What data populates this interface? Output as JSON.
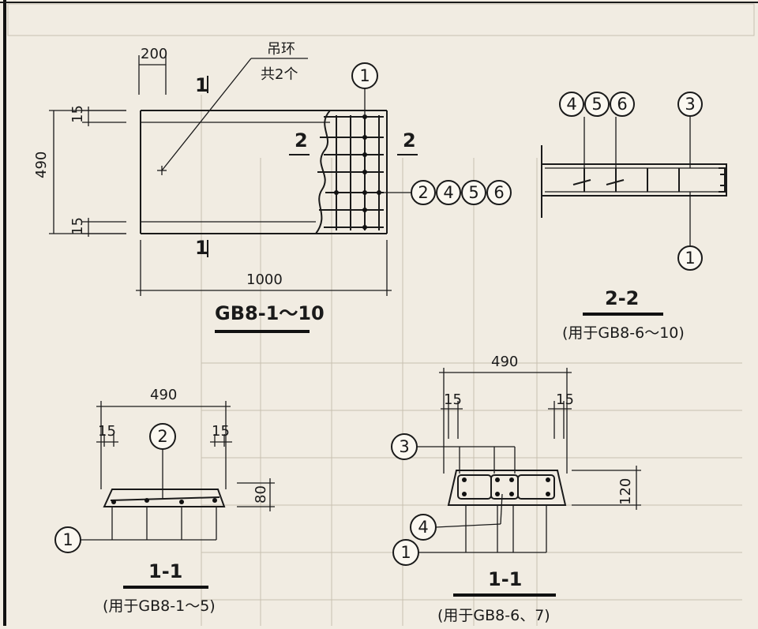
{
  "plan": {
    "title": "GB8-1～10",
    "dim_width": "200",
    "dim_height": "490",
    "dim_top_cover": "15",
    "dim_bottom_cover": "15",
    "dim_length": "1000",
    "lifting_ring_label": "吊环",
    "lifting_ring_count": "共2个",
    "cut_1_top": "1",
    "cut_1_bottom": "1",
    "cut_2_left": "2",
    "cut_2_right": "2",
    "callout_top": "1",
    "callout_right": [
      "2",
      "4",
      "5",
      "6"
    ]
  },
  "section_2_2": {
    "title": "2-2",
    "note": "(用于GB8-6～10)",
    "callouts_top": [
      "4",
      "5",
      "6"
    ],
    "callout_right_top": "3",
    "callout_right_bottom": "1"
  },
  "section_1_1_a": {
    "title": "1-1",
    "note": "(用于GB8-1～5)",
    "dim_width": "490",
    "dim_left": "15",
    "dim_right": "15",
    "dim_height": "80",
    "callout_top": "2",
    "callout_left": "1"
  },
  "section_1_1_b": {
    "title": "1-1",
    "note": "(用于GB8-6、7)",
    "dim_width": "490",
    "dim_left": "15",
    "dim_right": "15",
    "dim_height": "120",
    "callout_top": "3",
    "callout_mid": "4",
    "callout_bottom": "1"
  },
  "colors": {
    "paper": "#f1ece2",
    "ink": "#1a1a1a"
  }
}
